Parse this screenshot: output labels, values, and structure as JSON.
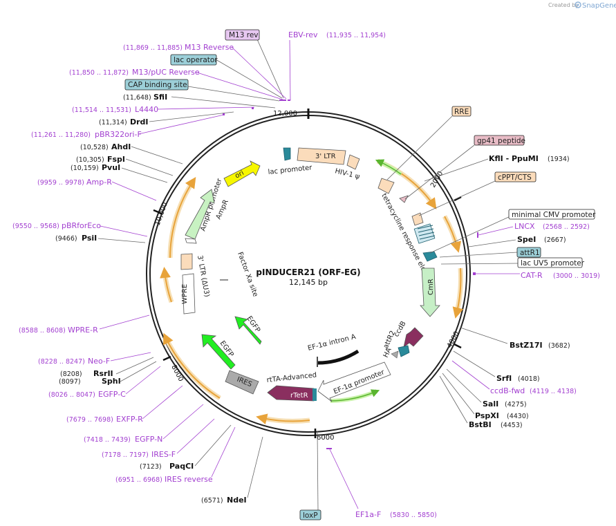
{
  "credit": {
    "prefix": "Created by",
    "brand": "SnapGene"
  },
  "center": {
    "title": "pINDUCER21 (ORF-EG)",
    "size": "12,145 bp"
  },
  "ticks": [
    "12,000",
    "2000",
    "4000",
    "6000",
    "8000",
    "10,000"
  ],
  "boxed_labels": [
    {
      "text": "M13 rev",
      "style": "purple"
    },
    {
      "text": "lac operator",
      "style": "teal"
    },
    {
      "text": "CAP binding site",
      "style": "teal"
    },
    {
      "text": "RRE",
      "style": "peach"
    },
    {
      "text": "gp41 peptide",
      "style": "pink"
    },
    {
      "text": "cPPT/CTS",
      "style": "peach"
    },
    {
      "text": "minimal CMV promoter",
      "style": "white"
    },
    {
      "text": "attR1",
      "style": "teal"
    },
    {
      "text": "lac UV5 promoter",
      "style": "white"
    },
    {
      "text": "loxP",
      "style": "teal"
    }
  ],
  "sites": [
    {
      "name": "SfiI",
      "pos": "(11,648)",
      "side": "left"
    },
    {
      "name": "DrdI",
      "pos": "(11,314)",
      "side": "left"
    },
    {
      "name": "AhdI",
      "pos": "(10,528)",
      "side": "left"
    },
    {
      "name": "FspI",
      "pos": "(10,305)",
      "side": "left"
    },
    {
      "name": "PvuI",
      "pos": "(10,159)",
      "side": "left"
    },
    {
      "name": "PsiI",
      "pos": "(9466)",
      "side": "left"
    },
    {
      "name": "RsrII",
      "pos": "(8208)",
      "side": "left"
    },
    {
      "name": "SphI",
      "pos": "(8097)",
      "side": "left"
    },
    {
      "name": "PaqCI",
      "pos": "(7123)",
      "side": "left"
    },
    {
      "name": "NdeI",
      "pos": "(6571)",
      "side": "left"
    },
    {
      "name": "KflI  - PpuMI",
      "pos": "(1934)",
      "side": "right"
    },
    {
      "name": "SpeI",
      "pos": "(2667)",
      "side": "right"
    },
    {
      "name": "BstZ17I",
      "pos": "(3682)",
      "side": "right"
    },
    {
      "name": "SrfI",
      "pos": "(4018)",
      "side": "right"
    },
    {
      "name": "SalI",
      "pos": "(4275)",
      "side": "right"
    },
    {
      "name": "PspXI",
      "pos": "(4430)",
      "side": "right"
    },
    {
      "name": "BstBI",
      "pos": "(4453)",
      "side": "right"
    }
  ],
  "primers": [
    {
      "name": "EBV-rev",
      "pos": "(11,935 .. 11,954)"
    },
    {
      "name": "M13 Reverse",
      "pos": "(11,869 .. 11,885)"
    },
    {
      "name": "M13/pUC Reverse",
      "pos": "(11,850 .. 11,872)"
    },
    {
      "name": "L4440",
      "pos": "(11,514 .. 11,531)"
    },
    {
      "name": "pBR322ori-F",
      "pos": "(11,261 .. 11,280)"
    },
    {
      "name": "Amp-R",
      "pos": "(9959 .. 9978)"
    },
    {
      "name": "pBRforEco",
      "pos": "(9550 .. 9568)"
    },
    {
      "name": "WPRE-R",
      "pos": "(8588 .. 8608)"
    },
    {
      "name": "Neo-F",
      "pos": "(8228 .. 8247)"
    },
    {
      "name": "EGFP-C",
      "pos": "(8026 .. 8047)"
    },
    {
      "name": "EXFP-R",
      "pos": "(7679 .. 7698)"
    },
    {
      "name": "EGFP-N",
      "pos": "(7418 .. 7439)"
    },
    {
      "name": "IRES-F",
      "pos": "(7178 .. 7197)"
    },
    {
      "name": "IRES reverse",
      "pos": "(6951 .. 6968)"
    },
    {
      "name": "EF1a-F",
      "pos": "(5830 .. 5850)"
    },
    {
      "name": "LNCX",
      "pos": "(2568 .. 2592)"
    },
    {
      "name": "CAT-R",
      "pos": "(3000 .. 3019)"
    },
    {
      "name": "ccdB-fwd",
      "pos": "(4119 .. 4138)"
    }
  ],
  "features": [
    {
      "name": "3' LTR"
    },
    {
      "name": "HIV-1 ψ"
    },
    {
      "name": "tetracycline response element"
    },
    {
      "name": "CmR"
    },
    {
      "name": "ccdB"
    },
    {
      "name": "attR2"
    },
    {
      "name": "HA"
    },
    {
      "name": "EF-1α intron A"
    },
    {
      "name": "EF-1α promoter"
    },
    {
      "name": "rtTA-Advanced"
    },
    {
      "name": "rTetR"
    },
    {
      "name": "IRES"
    },
    {
      "name": "EGFP"
    },
    {
      "name": "EGFP"
    },
    {
      "name": "Factor Xa site"
    },
    {
      "name": "WPRE"
    },
    {
      "name": "3' LTR (ΔU3)"
    },
    {
      "name": "AmpR promoter"
    },
    {
      "name": "AmpR"
    },
    {
      "name": "ori"
    },
    {
      "name": "lac promoter"
    }
  ],
  "colors": {
    "purple_text": "#a23fd0",
    "orf_orange": "#e8a33a",
    "orf_glow": "#f6dfb4",
    "ampr_green": "#c8f2c2",
    "ori_yellow": "#f7f700",
    "egfp_green": "#22ee22",
    "cmr_green": "#c6efc6",
    "peach": "#fbdcbb",
    "rtetr": "#8a2f5f",
    "teal": "#2a8a9a"
  }
}
